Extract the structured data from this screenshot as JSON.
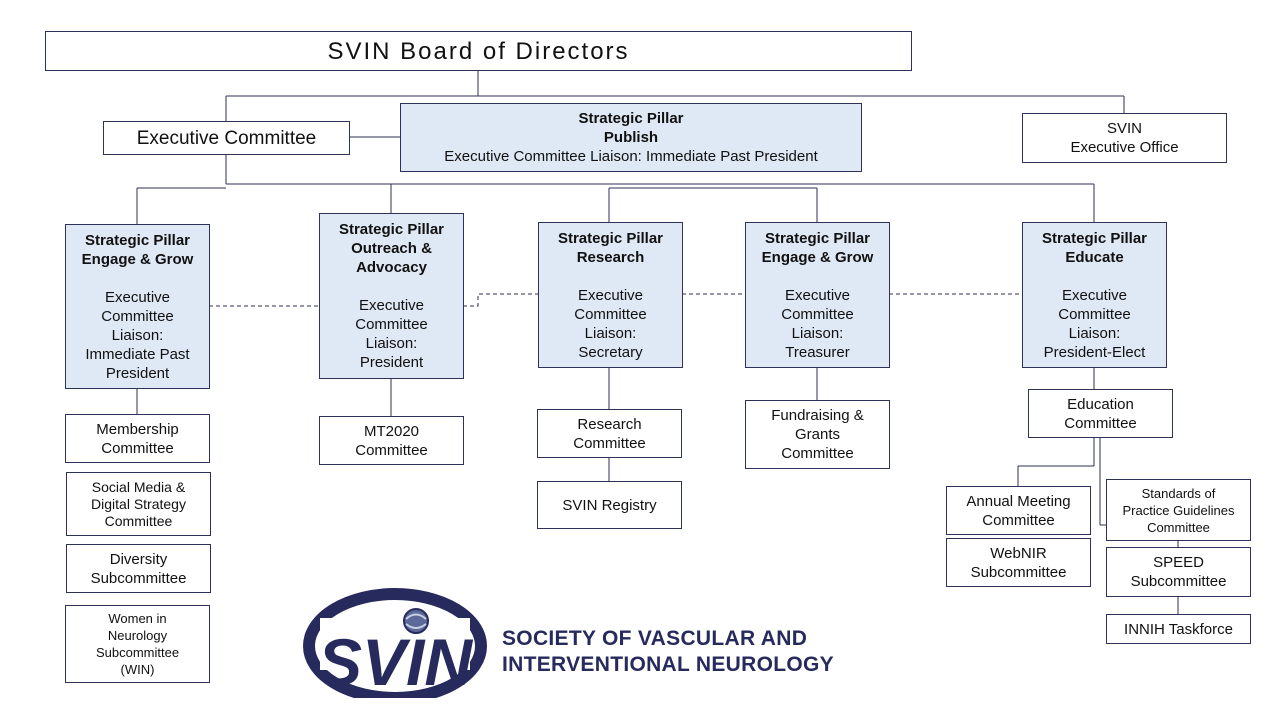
{
  "board": {
    "title": "SVIN Board of Directors"
  },
  "exec_committee": {
    "label": "Executive Committee"
  },
  "publish_pillar": {
    "title": "Strategic Pillar",
    "subtitle": "Publish",
    "liaison": "Executive Committee Liaison: Immediate Past President"
  },
  "exec_office": {
    "line1": "SVIN",
    "line2": "Executive Office"
  },
  "pillars": [
    {
      "title": "Strategic Pillar",
      "subtitle": "Engage & Grow",
      "liaison": [
        "Executive",
        "Committee",
        "Liaison:",
        "Immediate Past",
        "President"
      ]
    },
    {
      "title": "Strategic Pillar",
      "subtitle": [
        "Outreach &",
        "Advocacy"
      ],
      "liaison": [
        "Executive",
        "Committee",
        "Liaison:",
        "President"
      ]
    },
    {
      "title": "Strategic Pillar",
      "subtitle": "Research",
      "liaison": [
        "Executive",
        "Committee",
        "Liaison:",
        "Secretary"
      ]
    },
    {
      "title": "Strategic Pillar",
      "subtitle": "Engage & Grow",
      "liaison": [
        "Executive",
        "Committee",
        "Liaison:",
        "Treasurer"
      ]
    },
    {
      "title": "Strategic Pillar",
      "subtitle": "Educate",
      "liaison": [
        "Executive",
        "Committee",
        "Liaison:",
        "President-Elect"
      ]
    }
  ],
  "committees": {
    "membership": [
      "Membership",
      "Committee"
    ],
    "social_media": [
      "Social Media &",
      "Digital Strategy",
      "Committee"
    ],
    "diversity": [
      "Diversity",
      "Subcommittee"
    ],
    "win": [
      "Women in",
      "Neurology",
      "Subcommittee",
      "(WIN)"
    ],
    "mt2020": [
      "MT2020",
      "Committee"
    ],
    "research": [
      "Research",
      "Committee"
    ],
    "registry": "SVIN Registry",
    "fundraising": [
      "Fundraising &",
      "Grants",
      "Committee"
    ],
    "education": [
      "Education",
      "Committee"
    ],
    "annual_meeting": [
      "Annual Meeting",
      "Committee"
    ],
    "webnir": [
      "WebNIR",
      "Subcommittee"
    ],
    "standards": [
      "Standards of",
      "Practice Guidelines",
      "Committee"
    ],
    "speed": [
      "SPEED",
      "Subcommittee"
    ],
    "innih": "INNIH Taskforce"
  },
  "logo": {
    "mark": "SVIN",
    "line1": "SOCIETY OF VASCULAR AND",
    "line2": "INTERVENTIONAL NEUROLOGY",
    "color": "#272a5c"
  }
}
